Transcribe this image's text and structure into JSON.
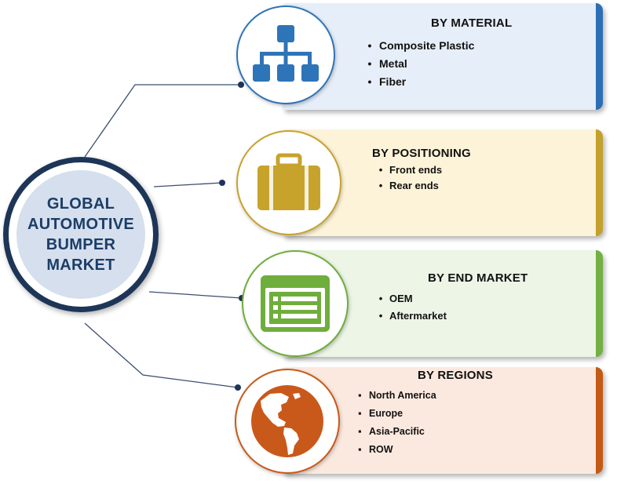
{
  "hub": {
    "title_lines": [
      "GLOBAL",
      "AUTOMOTIVE",
      "BUMPER",
      "MARKET"
    ],
    "ring_color": "#1d3557",
    "fill_color": "#d5dfee",
    "text_color": "#1c3d66"
  },
  "connector_color": "#3c4e6e",
  "segments": [
    {
      "title": "BY MATERIAL",
      "items": [
        "Composite Plastic",
        "Metal",
        "Fiber"
      ],
      "bullet": "•",
      "icon": "hierarchy-icon",
      "card_color": "#e6eef9",
      "edge_color": "#2d6fb5",
      "icon_color": "#2e74b8"
    },
    {
      "title": "BY POSITIONING",
      "items": [
        "Front ends",
        "Rear ends"
      ],
      "bullet": "•",
      "icon": "briefcase-icon",
      "card_color": "#fdf3d8",
      "edge_color": "#c4a02c",
      "icon_color": "#c7a32c"
    },
    {
      "title": "BY END MARKET",
      "items": [
        "OEM",
        "Aftermarket"
      ],
      "bullet": "•",
      "icon": "list-window-icon",
      "card_color": "#ecf5e6",
      "edge_color": "#72b042",
      "icon_color": "#6fae3c"
    },
    {
      "title": "BY REGIONS",
      "items": [
        "North America",
        "Europe",
        "Asia-Pacific",
        "ROW"
      ],
      "bullet": "▪",
      "icon": "globe-icon",
      "card_color": "#fbe9df",
      "edge_color": "#c45a14",
      "icon_color": "#c9591a"
    }
  ]
}
